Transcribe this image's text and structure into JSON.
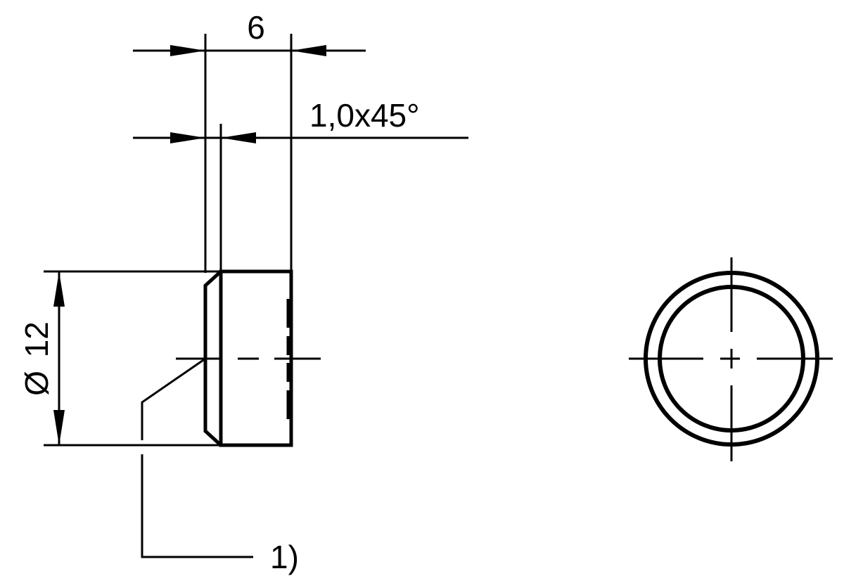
{
  "drawing": {
    "type": "technical-drawing",
    "colors": {
      "line": "#000000",
      "background": "#ffffff"
    },
    "dimensions": {
      "length": "6",
      "chamfer": "1,0x45°",
      "diameter_symbol": "Ø",
      "diameter_value": "12"
    },
    "callout": {
      "label": "1)"
    },
    "views": [
      "side-view",
      "end-view"
    ]
  }
}
